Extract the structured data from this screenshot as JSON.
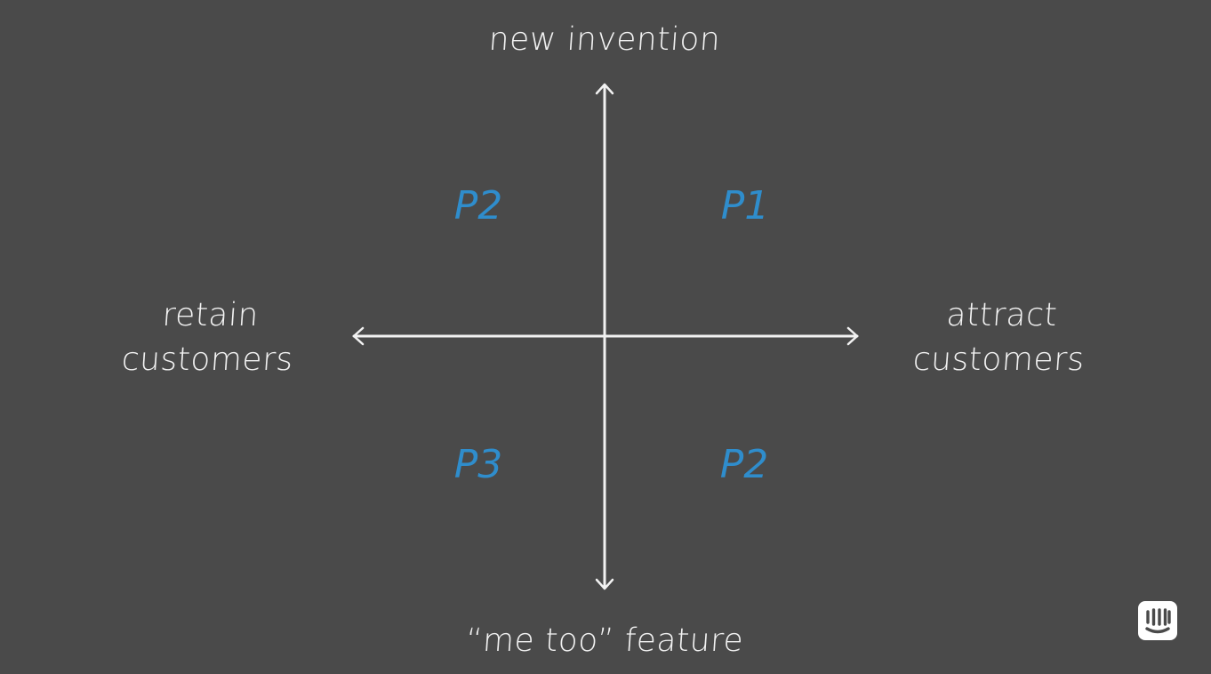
{
  "axes": {
    "top": "new invention",
    "bottom": "“me too” feature",
    "left": [
      "retain",
      "customers"
    ],
    "right": [
      "attract",
      "customers"
    ]
  },
  "quadrants": {
    "top_left": "P2",
    "top_right": "P1",
    "bottom_left": "P3",
    "bottom_right": "P2"
  },
  "colors": {
    "background": "#4a4a4a",
    "axis": "#f2f2f2",
    "quadrant_text": "#2f8dcc",
    "logo": "#ffffff"
  },
  "logo": {
    "icon": "intercom-logo-icon"
  }
}
